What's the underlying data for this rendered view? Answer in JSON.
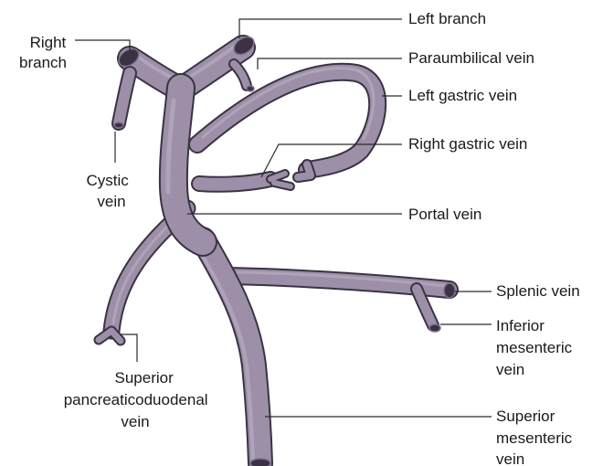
{
  "colors": {
    "vein_fill": "#9d8fa8",
    "vein_dark": "#7e7090",
    "vein_light": "#b7abc1",
    "vein_outline": "#3a3342",
    "lumen": "#3b3344",
    "leader_line": "#2a2a2a",
    "label_text": "#1a1a1a",
    "background": "#ffffff"
  },
  "labels": {
    "right_branch": [
      "Right",
      "branch"
    ],
    "left_branch": "Left branch",
    "paraumbilical_vein": "Paraumbilical vein",
    "left_gastric_vein": "Left gastric vein",
    "right_gastric_vein": "Right gastric vein",
    "cystic_vein": [
      "Cystic",
      "vein"
    ],
    "portal_vein": "Portal vein",
    "splenic_vein": "Splenic vein",
    "inferior_mesenteric_vein": [
      "Inferior",
      "mesenteric",
      "vein"
    ],
    "superior_pancreaticoduodenal_vein": [
      "Superior",
      "pancreaticoduodenal",
      "vein"
    ],
    "superior_mesenteric_vein": [
      "Superior",
      "mesenteric",
      "vein"
    ]
  }
}
